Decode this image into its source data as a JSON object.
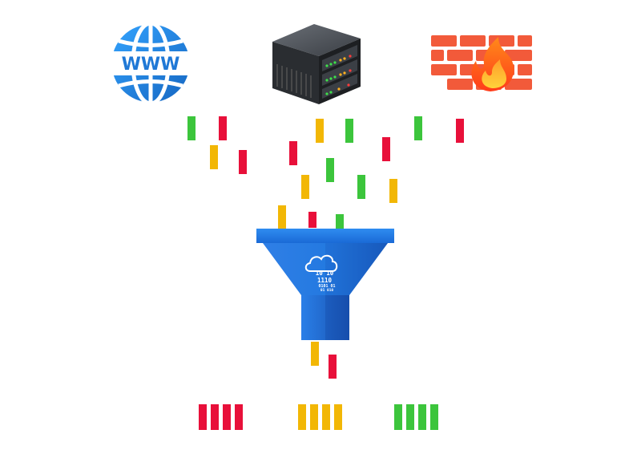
{
  "colors": {
    "red": "#e8103a",
    "yellow": "#f2b705",
    "green": "#3cc53c",
    "globe_blue": "#1f88e5",
    "funnel_blue": "#1e6fd9",
    "fire_orange": "#ff7a1a",
    "brick_red": "#f25a3a"
  },
  "sources": {
    "web": {
      "icon": "globe-icon",
      "label": "WWW"
    },
    "server": {
      "icon": "server-rack-icon"
    },
    "firewall": {
      "icon": "firewall-icon"
    }
  },
  "funnel": {
    "icon": "funnel-icon",
    "cloud_icon": "cloud-icon",
    "code_lines": [
      "10  10",
      "1110",
      "0101  01",
      "01  010"
    ]
  },
  "streams": {
    "incoming": [
      "green",
      "red",
      "yellow",
      "red",
      "red",
      "yellow",
      "green",
      "green",
      "red",
      "green",
      "red",
      "yellow",
      "green",
      "yellow",
      "yellow",
      "red",
      "green"
    ],
    "filtered": [
      "yellow",
      "red"
    ]
  },
  "output_groups": [
    {
      "color": "red",
      "count": 4
    },
    {
      "color": "yellow",
      "count": 4
    },
    {
      "color": "green",
      "count": 4
    }
  ]
}
